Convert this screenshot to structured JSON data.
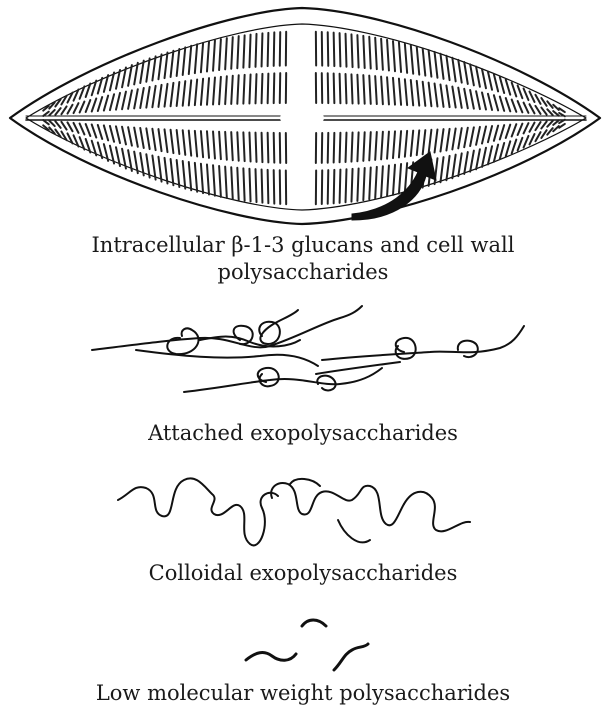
{
  "figure": {
    "labels": {
      "cell_polysaccharides_line1": "Intracellular β-1-3 glucans and cell wall",
      "cell_polysaccharides_line2": "polysaccharides",
      "attached": "Attached exopolysaccharides",
      "colloidal": "Colloidal exopolysaccharides",
      "low_mw": "Low molecular weight polysaccharides"
    },
    "colors": {
      "ink": "#111111",
      "background": "#ffffff"
    },
    "icons": [
      "diatom-cell-illustration",
      "secretion-arrow-icon",
      "attached-eps-strands",
      "colloidal-eps-strands",
      "low-mw-fragments"
    ]
  }
}
